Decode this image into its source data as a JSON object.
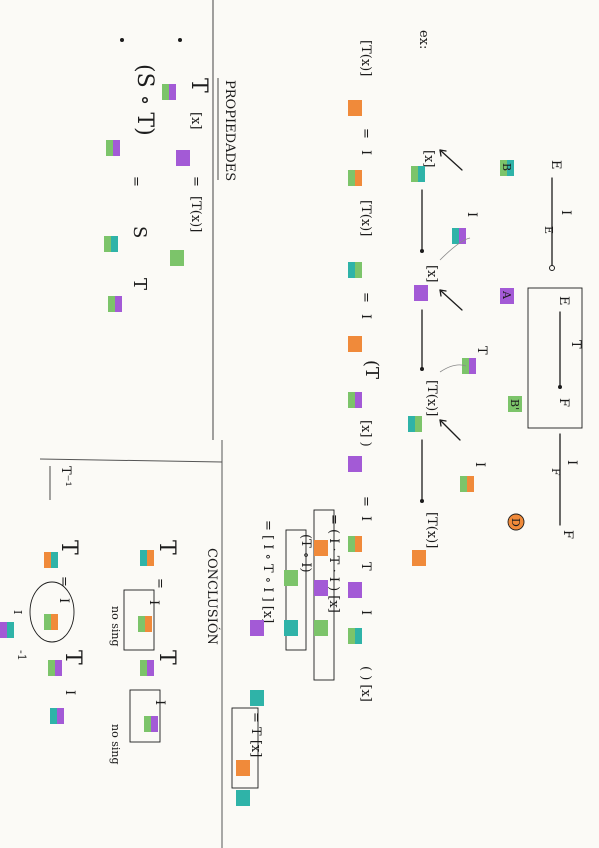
{
  "colors": {
    "paper": "#fbfaf6",
    "ink": "#1c1c1c",
    "teal": "#2fb3a8",
    "green": "#7cc46a",
    "purple": "#a35ad6",
    "orange": "#f08a3a",
    "rule": "#555555"
  },
  "labels": {
    "ex": "ex:",
    "propiedades": "PROPIEDADES",
    "conclusion": "CONCLUSIÓN",
    "tinv": "T⁻¹",
    "no_sing": "no sing",
    "no_sing2": "no sing"
  },
  "diagram": {
    "E": "E",
    "F": "F",
    "I_E": "I",
    "I_E_sub": "E",
    "I_F": "I",
    "I_F_sub": "F",
    "T": "T",
    "box_E": "E",
    "box_F": "F",
    "B_left": "B",
    "A_mid": "A",
    "B_mid": "B'",
    "D_right": "D",
    "T_AB": "T",
    "I_BA": "I",
    "I_BD": "I",
    "x_B": "[x]",
    "x_A": "[x]",
    "Tx_B": "[T(x)]",
    "Tx_D": "[T(x)]"
  },
  "equation": {
    "lhs": "[T(x)]",
    "eq1": "=",
    "I1": "I",
    "bracket1": "[T(x)]",
    "eq2": "=",
    "I2": "I",
    "paren_T": "(T",
    "x_close": "[x] )",
    "eq3": "=",
    "I3": "I",
    "T3": "T",
    "I3b": "I",
    "x3": "[x]",
    "brackets": "( ) [x]"
  },
  "derivation": {
    "line1": "= ( I  ·  T  ·  I  ) [x]",
    "line2": "= [ I ∘ T ∘ I ]  [x]",
    "line3": "=  T  [x]",
    "composition": "(T ∘ I)"
  },
  "properties": {
    "p1_T": "T",
    "p1_x": "[x]",
    "p1_eq": "=",
    "p1_Tx": "[T(x)]",
    "p2": "(S ∘ T)",
    "p2_eq": "=",
    "p2_S": "S",
    "p2_T": "T"
  },
  "conclusion": {
    "c1_T": "T",
    "c1_eq": "=",
    "c1_I": "I",
    "c1_T2": "T",
    "c2_T": "T",
    "c2_eq": "=",
    "c2_I": "I",
    "c2_I2": "I"
  },
  "tinv": {
    "T": "T",
    "eq": "=",
    "I": "I",
    "T2": "T",
    "I2": "I",
    "inv": "-1"
  }
}
